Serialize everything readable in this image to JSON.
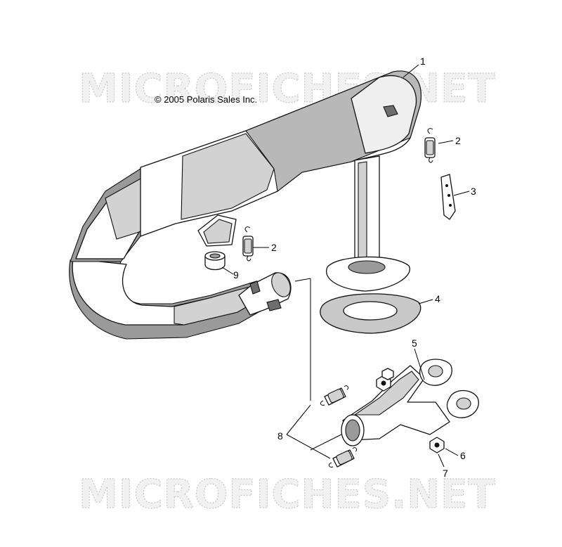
{
  "watermark": "MICROFICHES.NET",
  "copyright": "© 2005 Polaris Sales Inc.",
  "callouts": {
    "c1": "1",
    "c2a": "2",
    "c2b": "2",
    "c3": "3",
    "c4": "4",
    "c5": "5",
    "c6": "6",
    "c7": "7",
    "c8": "8",
    "c9": "9"
  }
}
